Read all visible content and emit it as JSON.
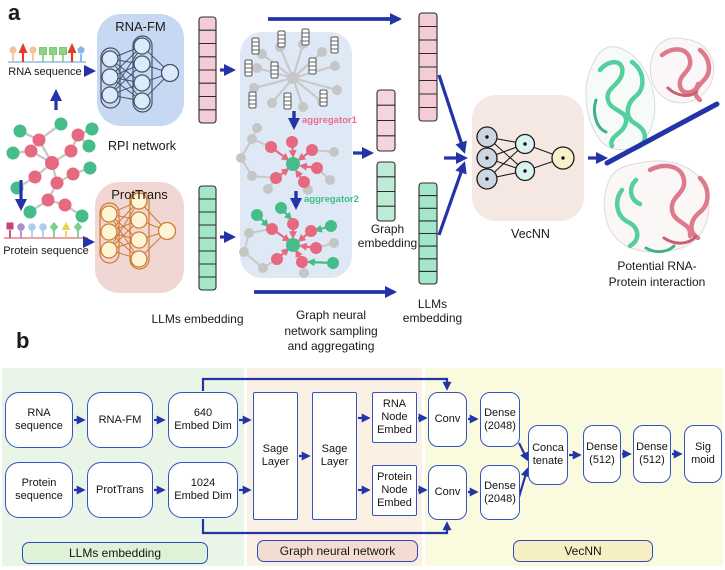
{
  "panel_a": {
    "label": "a",
    "rna_sequence": "RNA sequence",
    "rna_fm": "RNA-FM",
    "rpi_network": "RPI network",
    "prottrans": "ProtTrans",
    "protein_sequence": "Protein sequence",
    "llms_embedding": "LLMs embedding",
    "aggregator1": "aggregator1",
    "aggregator2": "aggregator2",
    "graph_embedding": [
      "Graph",
      "embedding"
    ],
    "llms_embedding_right": [
      "LLMs",
      "embedding"
    ],
    "gnn_caption": [
      "Graph neural",
      "network sampling",
      "and aggregating"
    ],
    "vecnn": "VecNN",
    "result_caption": [
      "Potential RNA-",
      "Protein interaction"
    ]
  },
  "panel_b": {
    "label": "b",
    "boxes": {
      "rna_sequence": [
        "RNA",
        "sequence"
      ],
      "rna_fm": [
        "RNA-FM"
      ],
      "embed_640": [
        "640",
        "Embed Dim"
      ],
      "protein_sequence": [
        "Protein",
        "sequence"
      ],
      "prottrans": [
        "ProtTrans"
      ],
      "embed_1024": [
        "1024",
        "Embed Dim"
      ],
      "sage_layer_1": [
        "Sage",
        "Layer"
      ],
      "sage_layer_2": [
        "Sage",
        "Layer"
      ],
      "rna_node_embed": [
        "RNA",
        "Node",
        "Embed"
      ],
      "protein_node_embed": [
        "Protein",
        "Node",
        "Embed"
      ],
      "conv_rna": [
        "Conv"
      ],
      "conv_protein": [
        "Conv"
      ],
      "dense_2048_rna": [
        "Dense",
        "(2048)"
      ],
      "dense_2048_protein": [
        "Dense",
        "(2048)"
      ],
      "concatenate": [
        "Conca",
        "tenate"
      ],
      "dense_512_a": [
        "Dense",
        "(512)"
      ],
      "dense_512_b": [
        "Dense",
        "(512)"
      ],
      "sigmoid": [
        "Sig",
        "moid"
      ]
    },
    "sections": {
      "llms_embedding": "LLMs embedding",
      "graph_neural_network": "Graph neural network",
      "vecnn": "VecNN"
    }
  },
  "colors": {
    "arrow_blue": "#2433a8",
    "box_border_blue": "#3553bd",
    "rna_fm_fill": "#c7d8f2",
    "prottrans_fill": "#f0d7d3",
    "vecnn_fill": "#f5e8e3",
    "sampling_panel_fill": "#dfe9f6",
    "rna_embedding_pink": "#f3ccd6",
    "protein_embedding_green": "#a3e6c9",
    "node_pink": "#e5697f",
    "node_green": "#45bd8a",
    "node_gray": "#c6c6c6",
    "bg_llms_section": "#e9f6e7",
    "bg_gnn_section": "#faf0e4",
    "bg_vecnn_section": "#fafade"
  }
}
